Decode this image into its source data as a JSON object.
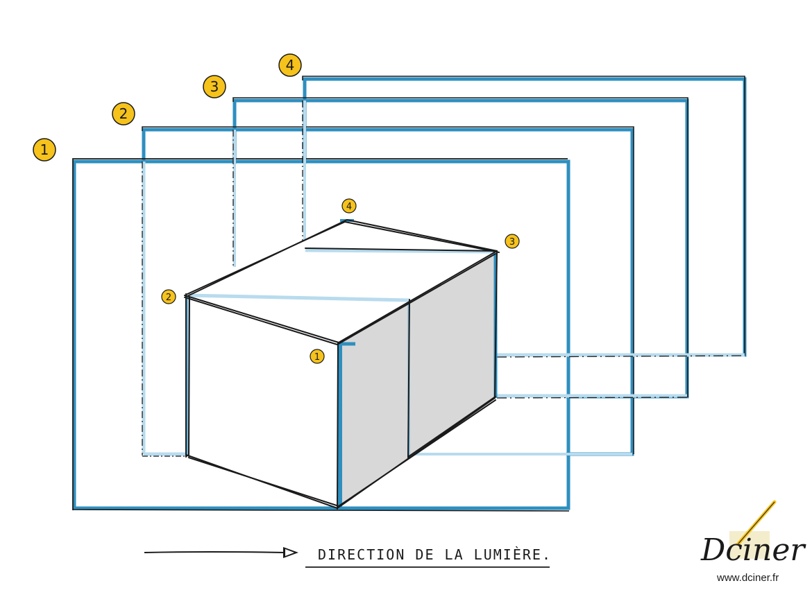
{
  "planes": [
    {
      "label": "1"
    },
    {
      "label": "2"
    },
    {
      "label": "3"
    },
    {
      "label": "4"
    }
  ],
  "vertices": [
    {
      "label": "1"
    },
    {
      "label": "2"
    },
    {
      "label": "3"
    },
    {
      "label": "4"
    }
  ],
  "caption": "DIRECTION DE LA LUMIÈRE.",
  "logo": {
    "name": "Dciner",
    "url": "www.dciner.fr"
  },
  "colors": {
    "accent_blue": "#2e8fbf",
    "light_blue": "#b8dbee",
    "badge_yellow": "#f6c21c",
    "shade_gray": "#d8d8d8",
    "ink": "#1a1a1a"
  }
}
